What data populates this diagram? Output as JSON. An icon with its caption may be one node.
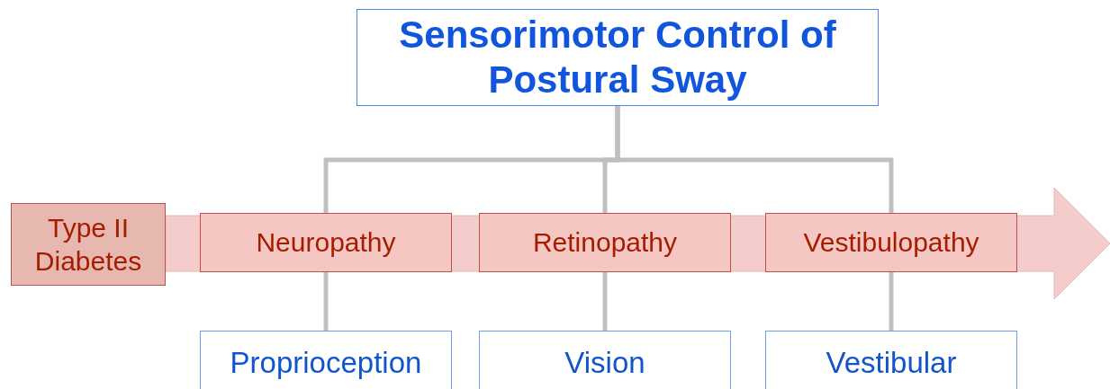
{
  "diagram": {
    "nodes": [
      {
        "text": [
          "Sensorimotor Control of Postural Sway"
        ]
      },
      {
        "text": [
          "Type II Diabetes"
        ]
      },
      {
        "text": [
          "Neuropathy"
        ]
      },
      {
        "text": [
          "Retinopathy"
        ]
      },
      {
        "text": [
          "Vestibulopathy"
        ]
      },
      {
        "text": [
          "Proprioception"
        ]
      },
      {
        "text": [
          "Vision"
        ]
      },
      {
        "text": [
          "Vestibular"
        ]
      }
    ],
    "edges": [
      {
        "from": 1,
        "to": null,
        "arrow": "to",
        "style": "thick",
        "color": "#f4cccc"
      },
      {
        "from": 0,
        "to": 2,
        "arrow": "none"
      },
      {
        "from": 0,
        "to": 3,
        "arrow": "none"
      },
      {
        "from": 0,
        "to": 4,
        "arrow": "none"
      },
      {
        "from": 2,
        "to": 5,
        "arrow": "none"
      },
      {
        "from": 3,
        "to": 6,
        "arrow": "none"
      },
      {
        "from": 4,
        "to": 7,
        "arrow": "none"
      }
    ]
  }
}
